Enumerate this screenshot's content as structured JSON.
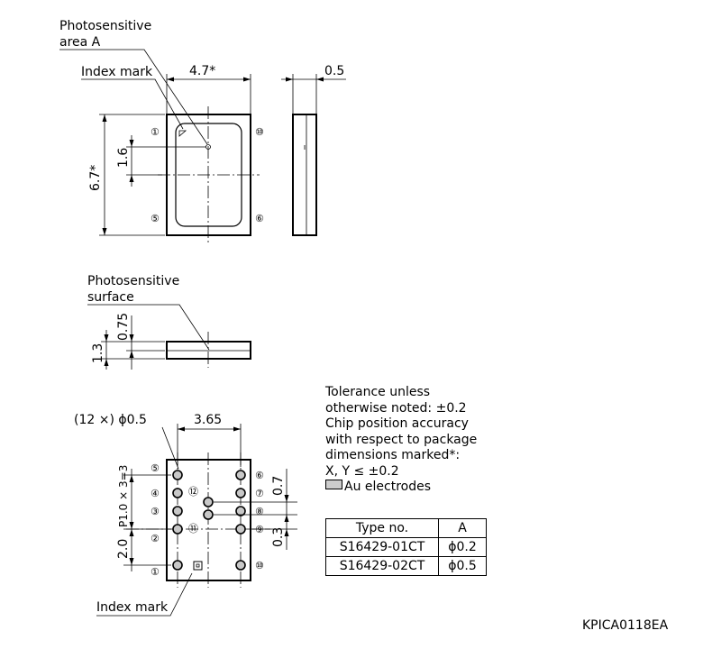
{
  "top_view": {
    "photosensitive_area_label_line1": "Photosensitive",
    "photosensitive_area_label_line2": "area A",
    "index_mark_label": "Index mark",
    "width_dim": "4.7*",
    "height_dim": "6.7*",
    "offset_dim": "1.6",
    "pins": [
      "①",
      "⑩",
      "⑤",
      "⑥"
    ]
  },
  "side_view": {
    "thickness_dim": "0.5"
  },
  "section_view": {
    "label_line1": "Photosensitive",
    "label_line2": "surface",
    "surface_depth_dim": "0.75",
    "height_dim": "1.3"
  },
  "bottom_view": {
    "pad_label": "(12 ×) ϕ0.5",
    "width_dim": "3.65",
    "pitch_dim": "P1.0 × 3=3",
    "offset_dim": "2.0",
    "right_dim_top": "0.7",
    "right_dim_bottom": "0.3",
    "index_mark_label": "Index mark",
    "pins_left": [
      "⑤",
      "④",
      "③",
      "②",
      "①"
    ],
    "pins_right": [
      "⑥",
      "⑦",
      "⑧",
      "⑨",
      "⑩"
    ],
    "pins_center": [
      "⑫",
      "⑪"
    ]
  },
  "notes": {
    "lines": [
      "Tolerance unless",
      "otherwise noted: ±0.2",
      "Chip position accuracy",
      "with respect to package",
      "dimensions marked*:",
      "X, Y ≤ ±0.2"
    ],
    "legend": "Au electrodes",
    "legend_color": "#cccccc"
  },
  "type_table": {
    "headers": [
      "Type no.",
      "A"
    ],
    "rows": [
      [
        "S16429-01CT",
        "ϕ0.2"
      ],
      [
        "S16429-02CT",
        "ϕ0.5"
      ]
    ]
  },
  "doc_code": "KPICA0118EA"
}
